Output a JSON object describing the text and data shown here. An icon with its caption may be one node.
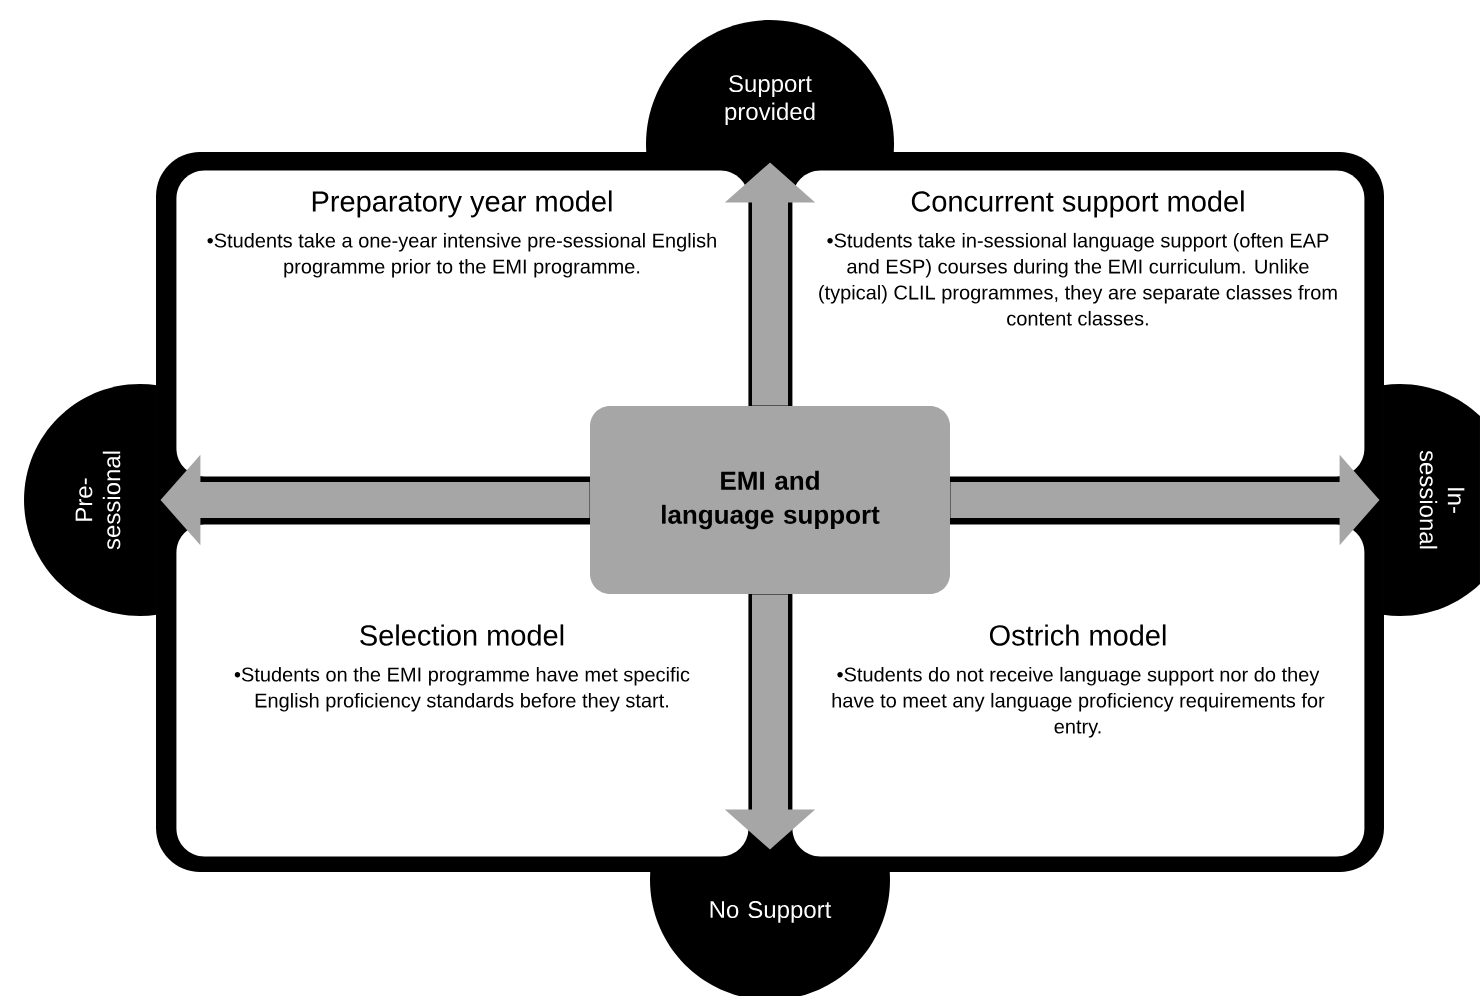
{
  "diagram": {
    "nodes": [
      {
        "text": [
          "Preparatory year model",
          "•Students take a one-year intensive pre-sessional English programme prior to the EMI programme."
        ]
      },
      {
        "text": [
          "Concurrent support model",
          "•Students take in-sessional language support (often EAP and ESP) courses during the EMI curriculum. Unlike (typical) CLIL programmes, they are separate classes from content classes."
        ]
      },
      {
        "text": [
          "Selection model",
          "•Students on the EMI programme have met specific English proficiency standards before they start."
        ]
      },
      {
        "text": [
          "Ostrich model",
          "•Students do not receive language support nor do they have to meet any language proficiency requirements for entry."
        ]
      },
      {
        "text": [
          "EMI and language support"
        ]
      },
      {
        "text": [
          "Support provided"
        ]
      },
      {
        "text": [
          "Pre-sessional"
        ]
      },
      {
        "text": [
          "In-sessional"
        ]
      },
      {
        "text": [
          "No Support"
        ]
      }
    ],
    "edges": [
      {
        "from": 4,
        "to": 5,
        "arrow": "to"
      },
      {
        "from": 4,
        "to": 6,
        "arrow": "to"
      },
      {
        "from": 4,
        "to": 7,
        "arrow": "to"
      },
      {
        "from": 4,
        "to": 8,
        "arrow": "to"
      }
    ]
  }
}
